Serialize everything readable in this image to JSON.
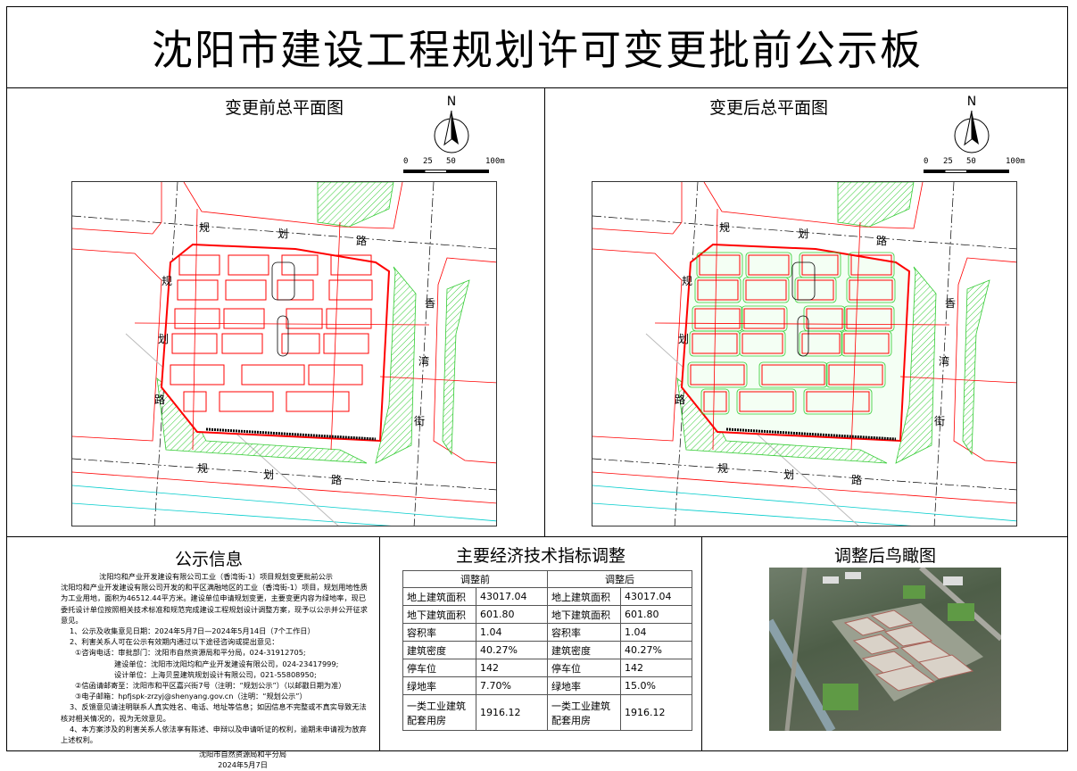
{
  "title": "沈阳市建设工程规划许可变更批前公示板",
  "before_plan": {
    "title": "变更前总平面图"
  },
  "after_plan": {
    "title": "变更后总平面图"
  },
  "compass": {
    "north": "N"
  },
  "scale_bar": {
    "labels": [
      "0",
      "25",
      "50",
      "100m"
    ]
  },
  "map_labels": {
    "road_north": [
      "规",
      "划",
      "路"
    ],
    "road_west": [
      "规",
      "划",
      "路"
    ],
    "road_south": [
      "规",
      "划",
      "路"
    ],
    "road_east": [
      "香",
      "湾",
      "街"
    ]
  },
  "map_colors": {
    "red_line": "#ff0000",
    "green_hatch": "#33cc33",
    "road": "#000000",
    "water": "#00cccc"
  },
  "info": {
    "title": "公示信息",
    "heading": "沈阳均和产业开发建设有限公司工业（香湾街-1）项目规划变更批前公示",
    "intro": "沈阳均和产业开发建设有限公司开发的和平区满融地区的工业（香湾街-1）项目，规划用地性质为工业用地，面积为46512.44平方米。建设单位申请规划变更，主要变更内容为绿地率，现已委托设计单位按照相关技术标准和规范完成建设工程规划设计调整方案，现予以公示并公开征求意见。",
    "item1": "1、公示及收集意见日期：2024年5月7日—2024年5月14日（7个工作日）",
    "item2": "2、利害关系人可在公示有效期内通过以下途径咨询或提出意见：",
    "contact1": "①咨询电话：审批部门：沈阳市自然资源局和平分局，024-31912705;",
    "contact2": "建设单位：沈阳市沈阳均和产业开发建设有限公司，024-23417999;",
    "contact3": "设计单位：上海贝昱建筑规划设计有限公司，021-55808950;",
    "contact4": "②信函请邮寄至：沈阳市和平区嘉兴街7号（注明：“规划公示”）（以邮戳日期为准）",
    "contact5": "③电子邮箱：hpfjspk-zrzyj@shenyang.gov.cn（注明：“规划公示”）",
    "item3": "3、反馈意见请注明联系人真实姓名、电话、地址等信息；如因信息不完整或不真实导致无法核对相关情况的，视为无效意见。",
    "item4": "4、本方案涉及的利害关系人依法享有陈述、申辩以及申请听证的权利，逾期未申请视为放弃上述权利。",
    "signature": "沈阳市自然资源局和平分局",
    "date": "2024年5月7日"
  },
  "indicators": {
    "title": "主要经济技术指标调整",
    "headers": [
      "调整前",
      "调整后"
    ],
    "rows": [
      {
        "label_before": "地上建筑面积",
        "before": "43017.04",
        "label_after": "地上建筑面积",
        "after": "43017.04"
      },
      {
        "label_before": "地下建筑面积",
        "before": "601.80",
        "label_after": "地下建筑面积",
        "after": "601.80"
      },
      {
        "label_before": "容积率",
        "before": "1.04",
        "label_after": "容积率",
        "after": "1.04"
      },
      {
        "label_before": "建筑密度",
        "before": "40.27%",
        "label_after": "建筑密度",
        "after": "40.27%"
      },
      {
        "label_before": "停车位",
        "before": "142",
        "label_after": "停车位",
        "after": "142"
      },
      {
        "label_before": "绿地率",
        "before": "7.70%",
        "label_after": "绿地率",
        "after": "15.0%"
      },
      {
        "label_before": "一类工业建筑配套用房",
        "before": "1916.12",
        "label_after": "一类工业建筑配套用房",
        "after": "1916.12"
      }
    ]
  },
  "aerial": {
    "title": "调整后鸟瞰图"
  }
}
